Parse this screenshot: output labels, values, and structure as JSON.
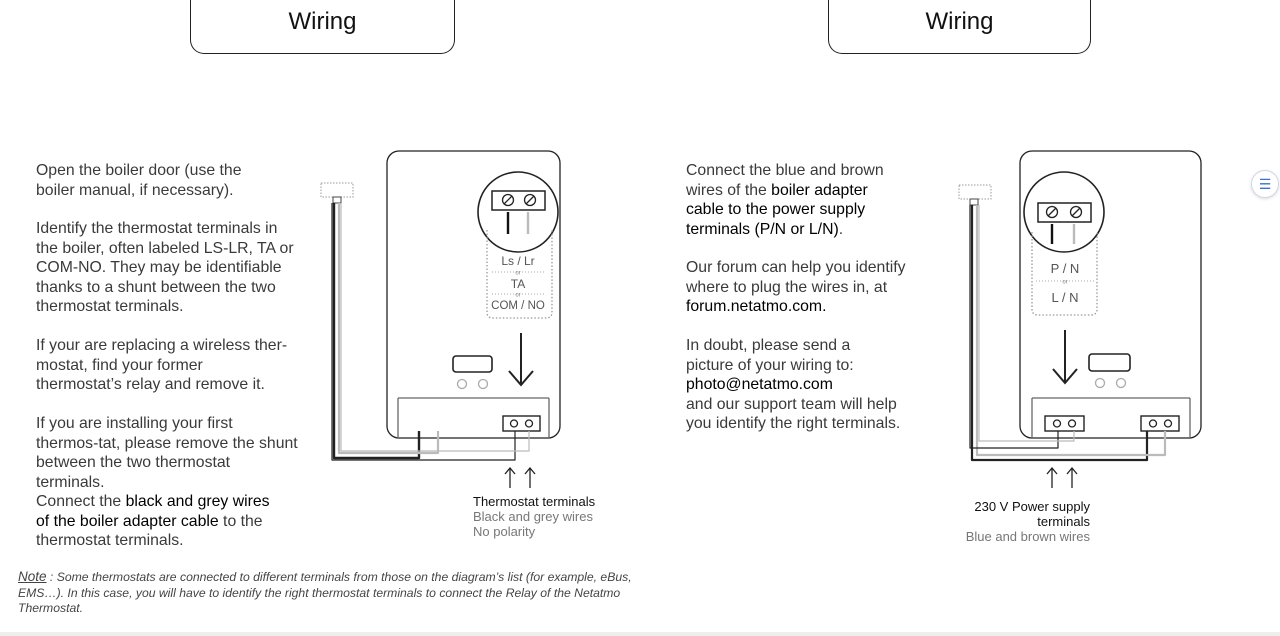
{
  "left": {
    "title": "Wiring",
    "paragraphs": {
      "p1": "Open the boiler door (use the boiler manual, if necessary).",
      "p2": "Identify the thermostat terminals in the boiler, often labeled LS-LR, TA or COM-NO. They may be identifiable thanks to a shunt between the two thermostat terminals.",
      "p3": "If your are replacing a wireless ther-mostat, find your former thermostat’s relay and remove it.",
      "p4": "If you are installing your first thermos-tat, please remove the shunt between the two thermostat terminals.",
      "p5_pre": "Connect the ",
      "p5_bold": "black and grey wires of the boiler adapter cable",
      "p5_post": " to the thermostat terminals."
    },
    "note": {
      "label": "Note",
      "text": " : Some thermostats are connected to different terminals  from those on the diagram’s list  (for example, eBus, EMS…). In this case, you will have to identify the right thermostat terminals to connect the Relay of the Netatmo Thermostat."
    },
    "diagram": {
      "label_1": "Ls / Lr",
      "or_1": "or",
      "label_2": "TA",
      "or_2": "or",
      "label_3": "COM / NO",
      "caption_title": "Thermostat terminals",
      "caption_sub_1": "Black and grey wires",
      "caption_sub_2": "No polarity"
    }
  },
  "right": {
    "title": "Wiring",
    "paragraphs": {
      "p1_pre": "Connect the blue and brown wires of the ",
      "p1_bold": "boiler adapter cable to the power supply terminals (P/N or L/N)",
      "p1_post": ".",
      "p2_pre": "Our forum can help you identify where to plug the wires in, at ",
      "p2_bold": "forum.netatmo.com.",
      "p3_pre": "In doubt, please send a picture of your wiring to:",
      "p3_email": "photo@netatmo.com",
      "p3_post": "and our support team will help you identify the right terminals."
    },
    "diagram": {
      "label_1": "P / N",
      "or_1": "or",
      "label_2": "L / N",
      "caption_title": "230 V Power supply terminals",
      "caption_sub": "Blue and brown wires"
    }
  },
  "icons": {
    "side_button": "list-icon"
  }
}
